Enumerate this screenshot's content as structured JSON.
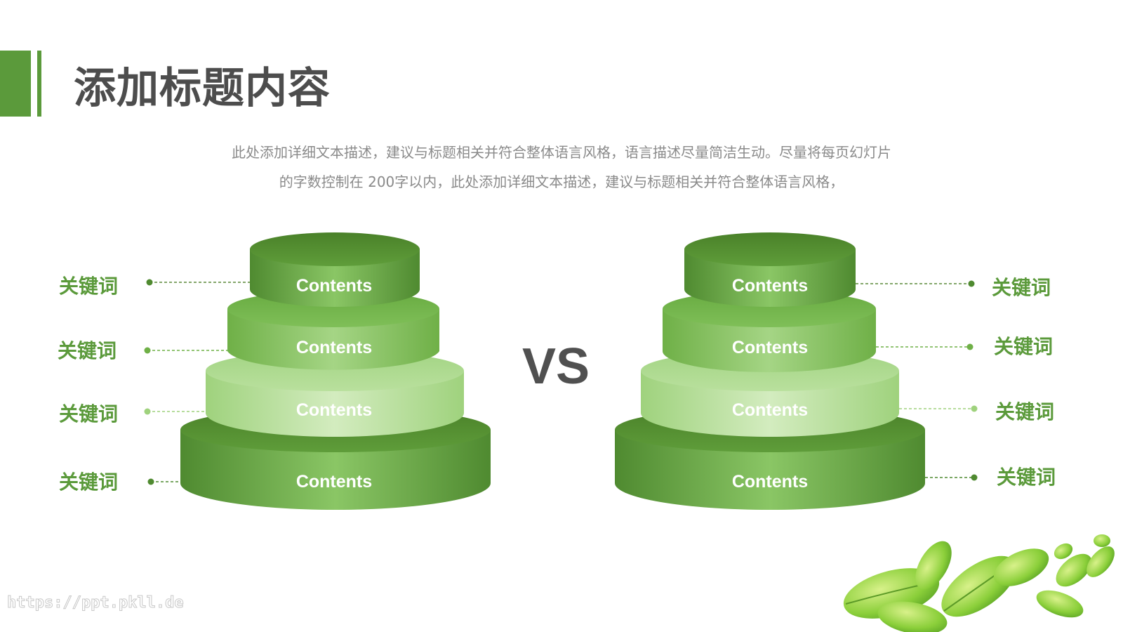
{
  "slide": {
    "title": "添加标题内容",
    "description_lines": [
      "此处添加详细文本描述，建议与标题相关并符合整体语言风格，语言描述尽量简洁生动。尽量将每页幻灯片",
      "的字数控制在  200字以内，此处添加详细文本描述，建议与标题相关并符合整体语言风格，"
    ],
    "vs_label": "VS",
    "watermark": "https://ppt.pkll.de"
  },
  "left_stack": {
    "tiers": [
      "Contents",
      "Contents",
      "Contents",
      "Contents"
    ],
    "keywords": [
      "关键词",
      "关键词",
      "关键词",
      "关键词"
    ]
  },
  "right_stack": {
    "tiers": [
      "Contents",
      "Contents",
      "Contents",
      "Contents"
    ],
    "keywords": [
      "关键词",
      "关键词",
      "关键词",
      "关键词"
    ]
  },
  "colors": {
    "accent": "#5b9a3b",
    "tier_dark": "#4f8a30",
    "tier_mid": "#7bbf55",
    "tier_light": "#b7df99",
    "title_text": "#4d4d4d",
    "desc_text": "#8a8a8a"
  }
}
